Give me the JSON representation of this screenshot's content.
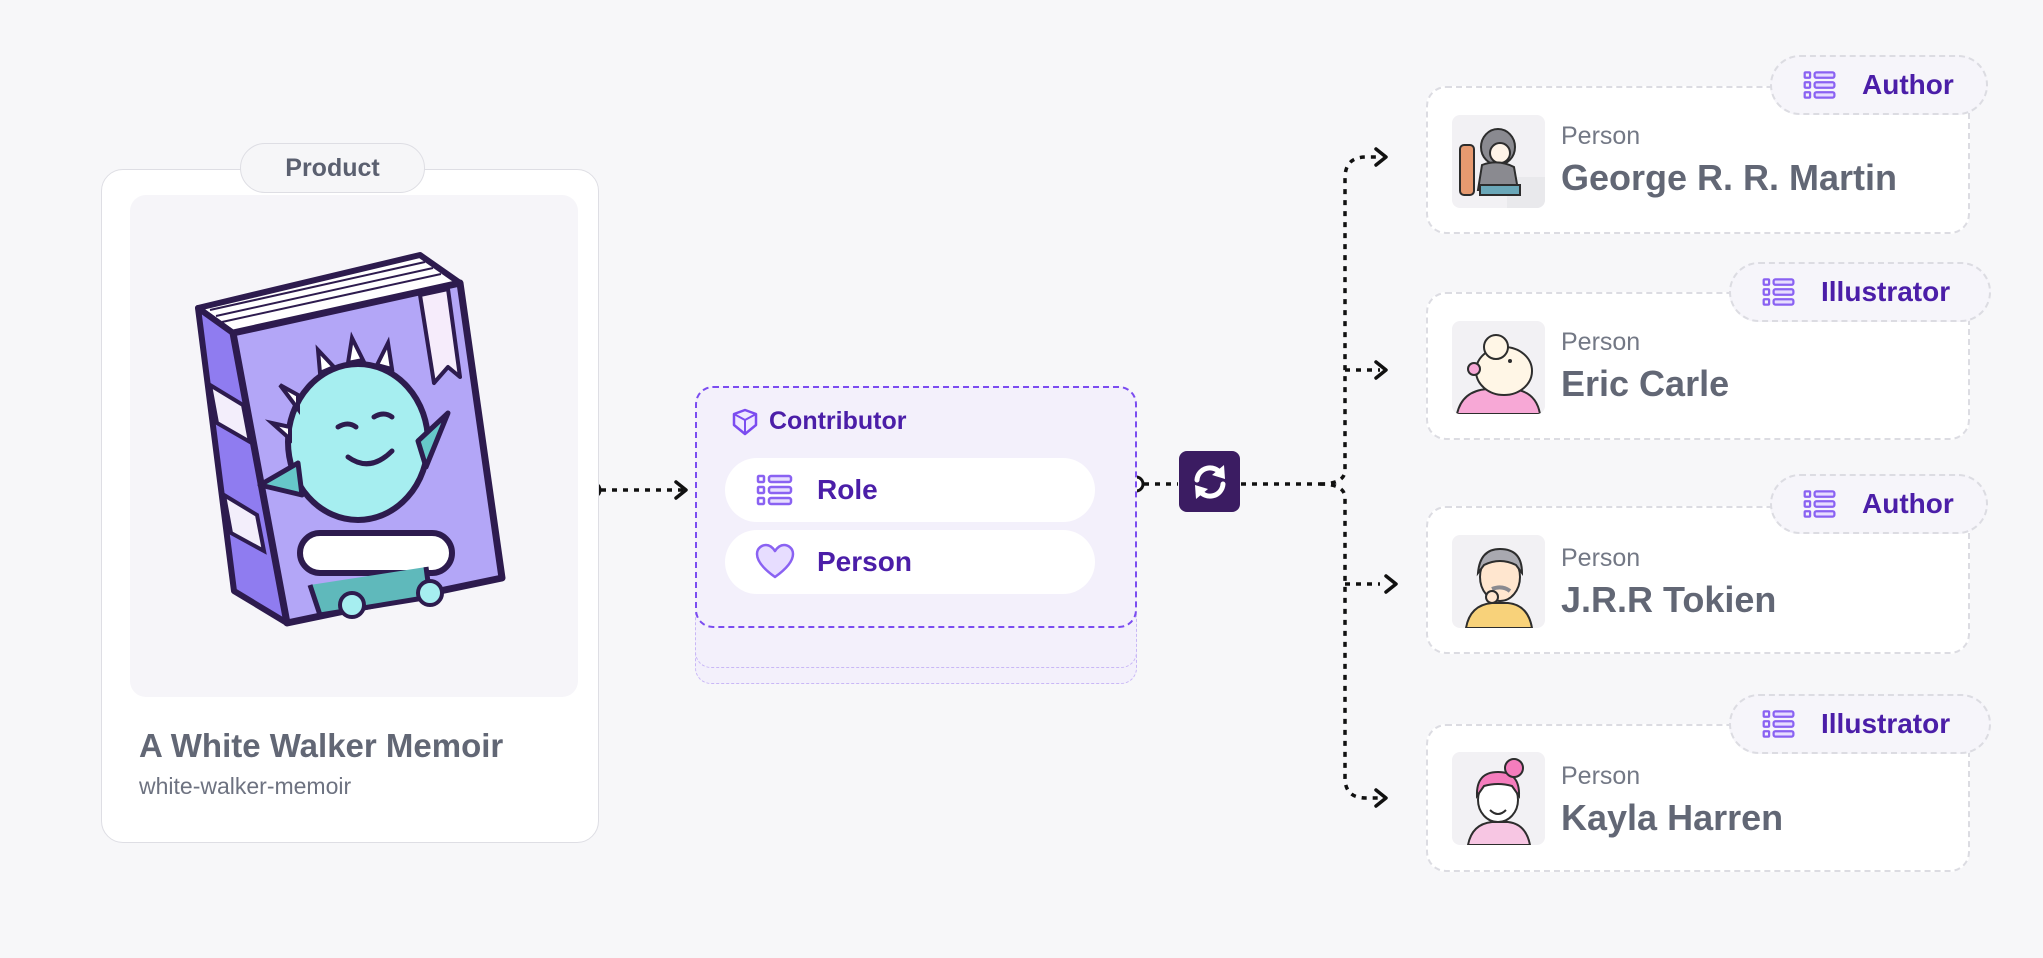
{
  "product": {
    "badge": "Product",
    "title": "A White Walker Memoir",
    "slug": "white-walker-memoir"
  },
  "contributor": {
    "title": "Contributor",
    "fields": [
      {
        "label": "Role",
        "icon": "list-icon"
      },
      {
        "label": "Person",
        "icon": "heart-icon"
      }
    ]
  },
  "people": [
    {
      "kind": "Person",
      "name": "George R. R. Martin",
      "role": "Author",
      "avatar": "writer-at-desk-avatar"
    },
    {
      "kind": "Person",
      "name": "Eric Carle",
      "role": "Illustrator",
      "avatar": "bald-man-avatar"
    },
    {
      "kind": "Person",
      "name": "J.R.R Tokien",
      "role": "Author",
      "avatar": "thinking-old-man-avatar"
    },
    {
      "kind": "Person",
      "name": "Kayla Harren",
      "role": "Illustrator",
      "avatar": "pink-hair-woman-avatar"
    }
  ],
  "colors": {
    "accent": "#4b1ea8",
    "accent_dashed": "#7b4cf0",
    "sync_bg": "#3b1c62",
    "text_gray": "#626775"
  }
}
